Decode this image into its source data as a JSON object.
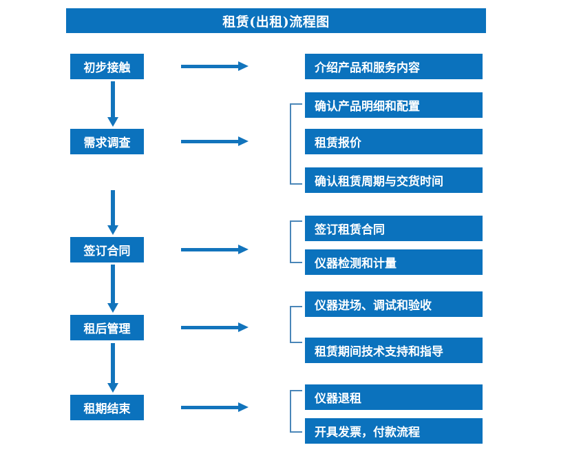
{
  "page": {
    "title": "租赁(出租)流程图",
    "background_color": "#ffffff",
    "box_color": "#0b72bd",
    "arrow_color": "#1274bc",
    "bracket_color": "#4a86b8",
    "text_color": "#ffffff"
  },
  "header": {
    "title": "租赁(出租)流程图"
  },
  "flow": {
    "stages": [
      {
        "id": "stage-1",
        "label": "初步接触"
      },
      {
        "id": "stage-2",
        "label": "需求调查"
      },
      {
        "id": "stage-3",
        "label": "签订合同"
      },
      {
        "id": "stage-4",
        "label": "租后管理"
      },
      {
        "id": "stage-5",
        "label": "租期结束"
      }
    ],
    "details": [
      {
        "id": "detail-1-1",
        "label": "介绍产品和服务内容",
        "stage": "初步接触"
      },
      {
        "id": "detail-2-1",
        "label": "确认产品明细和配置",
        "stage": "需求调查"
      },
      {
        "id": "detail-2-2",
        "label": "租赁报价",
        "stage": "需求调查"
      },
      {
        "id": "detail-2-3",
        "label": "确认租赁周期与交货时间",
        "stage": "需求调查"
      },
      {
        "id": "detail-3-1",
        "label": "签订租赁合同",
        "stage": "签订合同"
      },
      {
        "id": "detail-3-2",
        "label": "仪器检测和计量",
        "stage": "签订合同"
      },
      {
        "id": "detail-4-1",
        "label": "仪器进场、调试和验收",
        "stage": "租后管理"
      },
      {
        "id": "detail-4-2",
        "label": "租赁期间技术支持和指导",
        "stage": "租后管理"
      },
      {
        "id": "detail-5-1",
        "label": "仪器退租",
        "stage": "租期结束"
      },
      {
        "id": "detail-5-2",
        "label": "开具发票，付款流程",
        "stage": "租期结束"
      }
    ],
    "connector_count": {
      "horizontal_arrows": 5,
      "vertical_arrows": 4,
      "brackets": 4
    }
  }
}
